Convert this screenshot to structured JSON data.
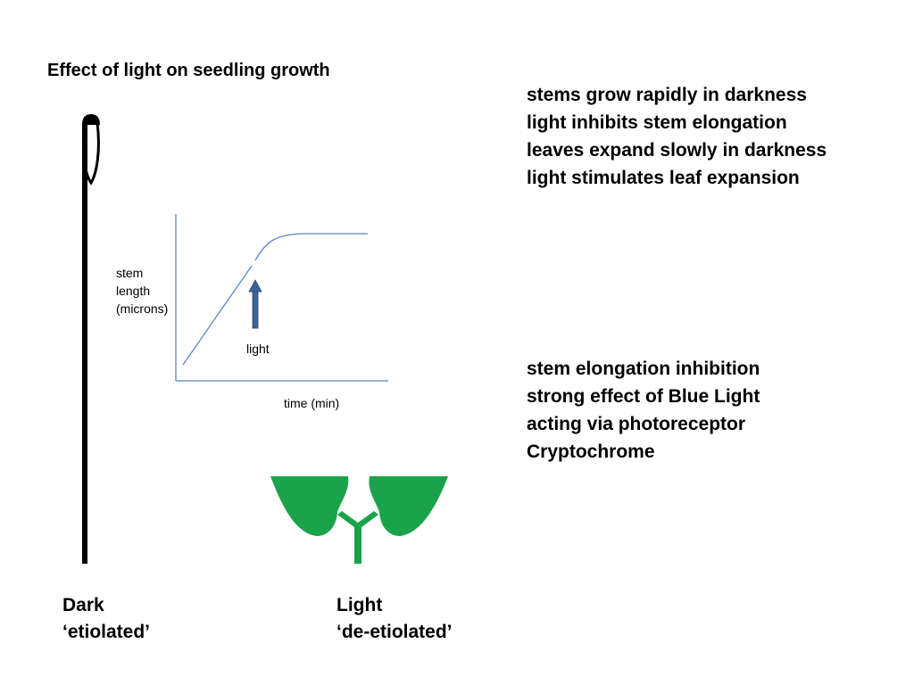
{
  "title": "Effect of light on seedling growth",
  "facts_top": [
    "stems grow rapidly in darkness",
    "light inhibits stem elongation",
    "leaves expand slowly in darkness",
    "light stimulates leaf expansion"
  ],
  "facts_bottom": [
    "stem elongation inhibition",
    "strong effect of Blue Light",
    "acting via photoreceptor",
    "Cryptochrome"
  ],
  "graph": {
    "ylabel_lines": [
      "stem",
      "length",
      "(microns)"
    ],
    "xlabel": "time (min)",
    "annotation": "light"
  },
  "dark_caption": [
    "Dark",
    "‘etiolated’"
  ],
  "light_caption": [
    "Light",
    "‘de-etiolated’"
  ],
  "colors": {
    "leaf_green": "#1aa34a",
    "curve_blue": "#5b87c5",
    "arrow_blue": "#3f6294"
  }
}
